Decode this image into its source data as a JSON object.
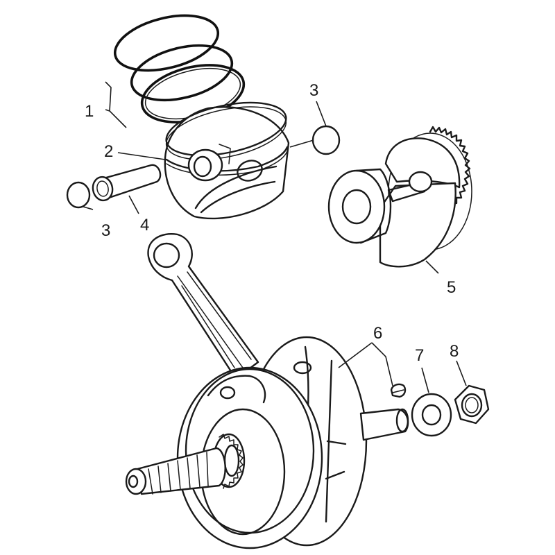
{
  "callouts": {
    "piston_rings": "1",
    "piston": "2",
    "circlip_right": "3",
    "circlip_left": "3",
    "piston_pin": "4",
    "balancer_shaft": "5",
    "key": "6",
    "washer": "7",
    "nut": "8"
  },
  "colors": {
    "line": "#1a1a1a",
    "background": "#ffffff"
  }
}
